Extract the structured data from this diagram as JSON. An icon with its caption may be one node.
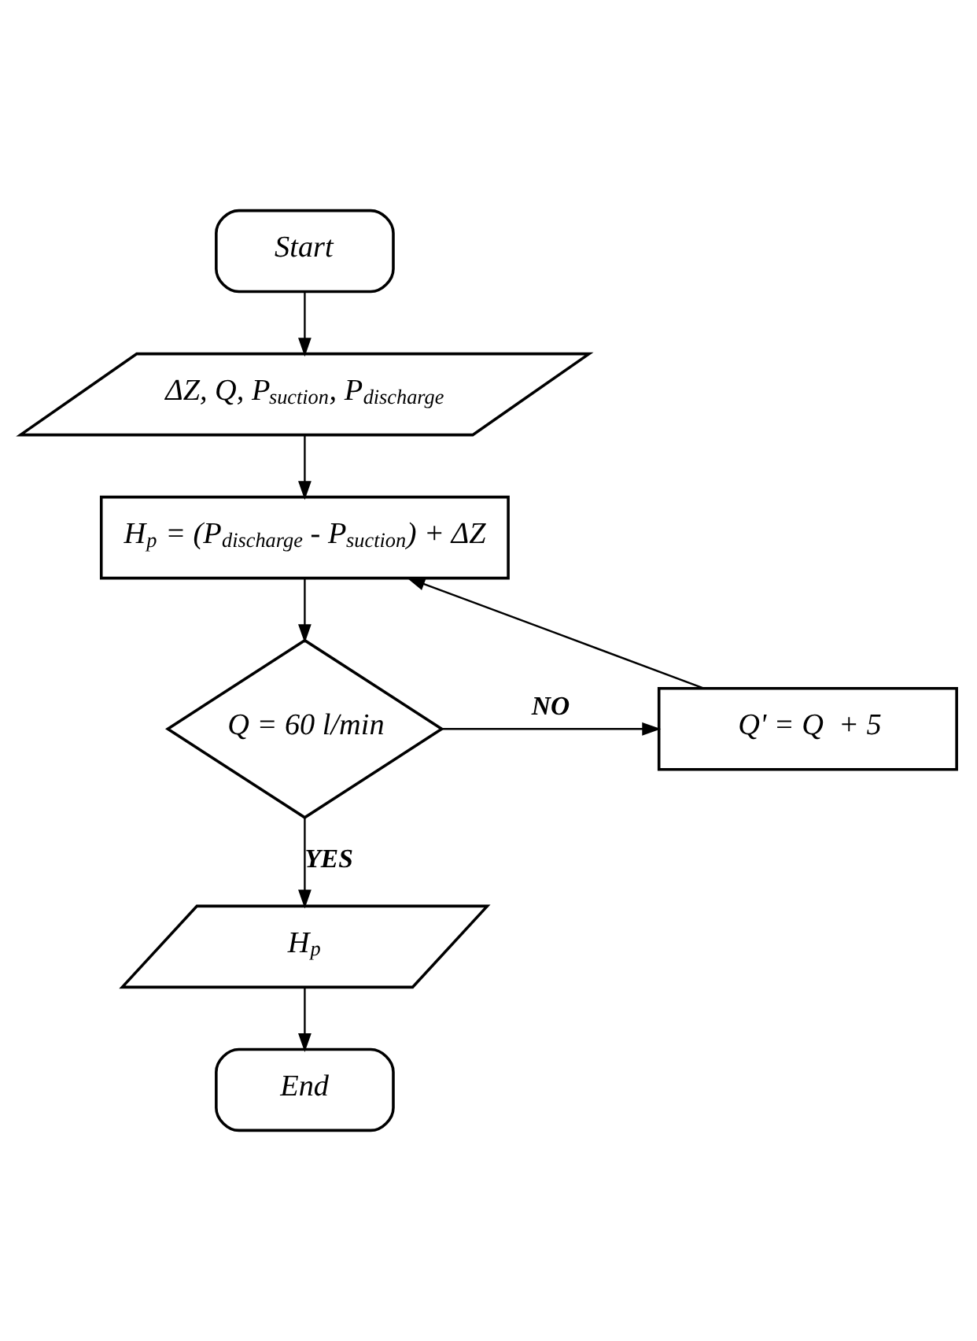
{
  "diagram": {
    "nodes": [
      {
        "text": [
          "Start"
        ]
      },
      {
        "text": [
          "ΔZ, Q, P$_{suction}$, P$_{discharge}$"
        ]
      },
      {
        "text": [
          "H$_{p}$ = (P$_{discharge}$ - P$_{suction}$) + ΔZ"
        ]
      },
      {
        "text": [
          "Q = 60 l/min"
        ]
      },
      {
        "text": [
          "Q' = Q  + 5"
        ]
      },
      {
        "text": [
          "H$_{p}$"
        ]
      },
      {
        "text": [
          "End"
        ]
      }
    ],
    "edges": [
      {
        "from": 0,
        "to": 1,
        "arrow": "to"
      },
      {
        "from": 1,
        "to": 2,
        "arrow": "to"
      },
      {
        "from": 2,
        "to": 3,
        "arrow": "to"
      },
      {
        "from": 3,
        "to": 4,
        "arrow": "to",
        "label": "NO"
      },
      {
        "from": 4,
        "to": 2,
        "arrow": "to"
      },
      {
        "from": 3,
        "to": 5,
        "arrow": "to",
        "label": "YES"
      },
      {
        "from": 5,
        "to": 6,
        "arrow": "to"
      }
    ]
  }
}
